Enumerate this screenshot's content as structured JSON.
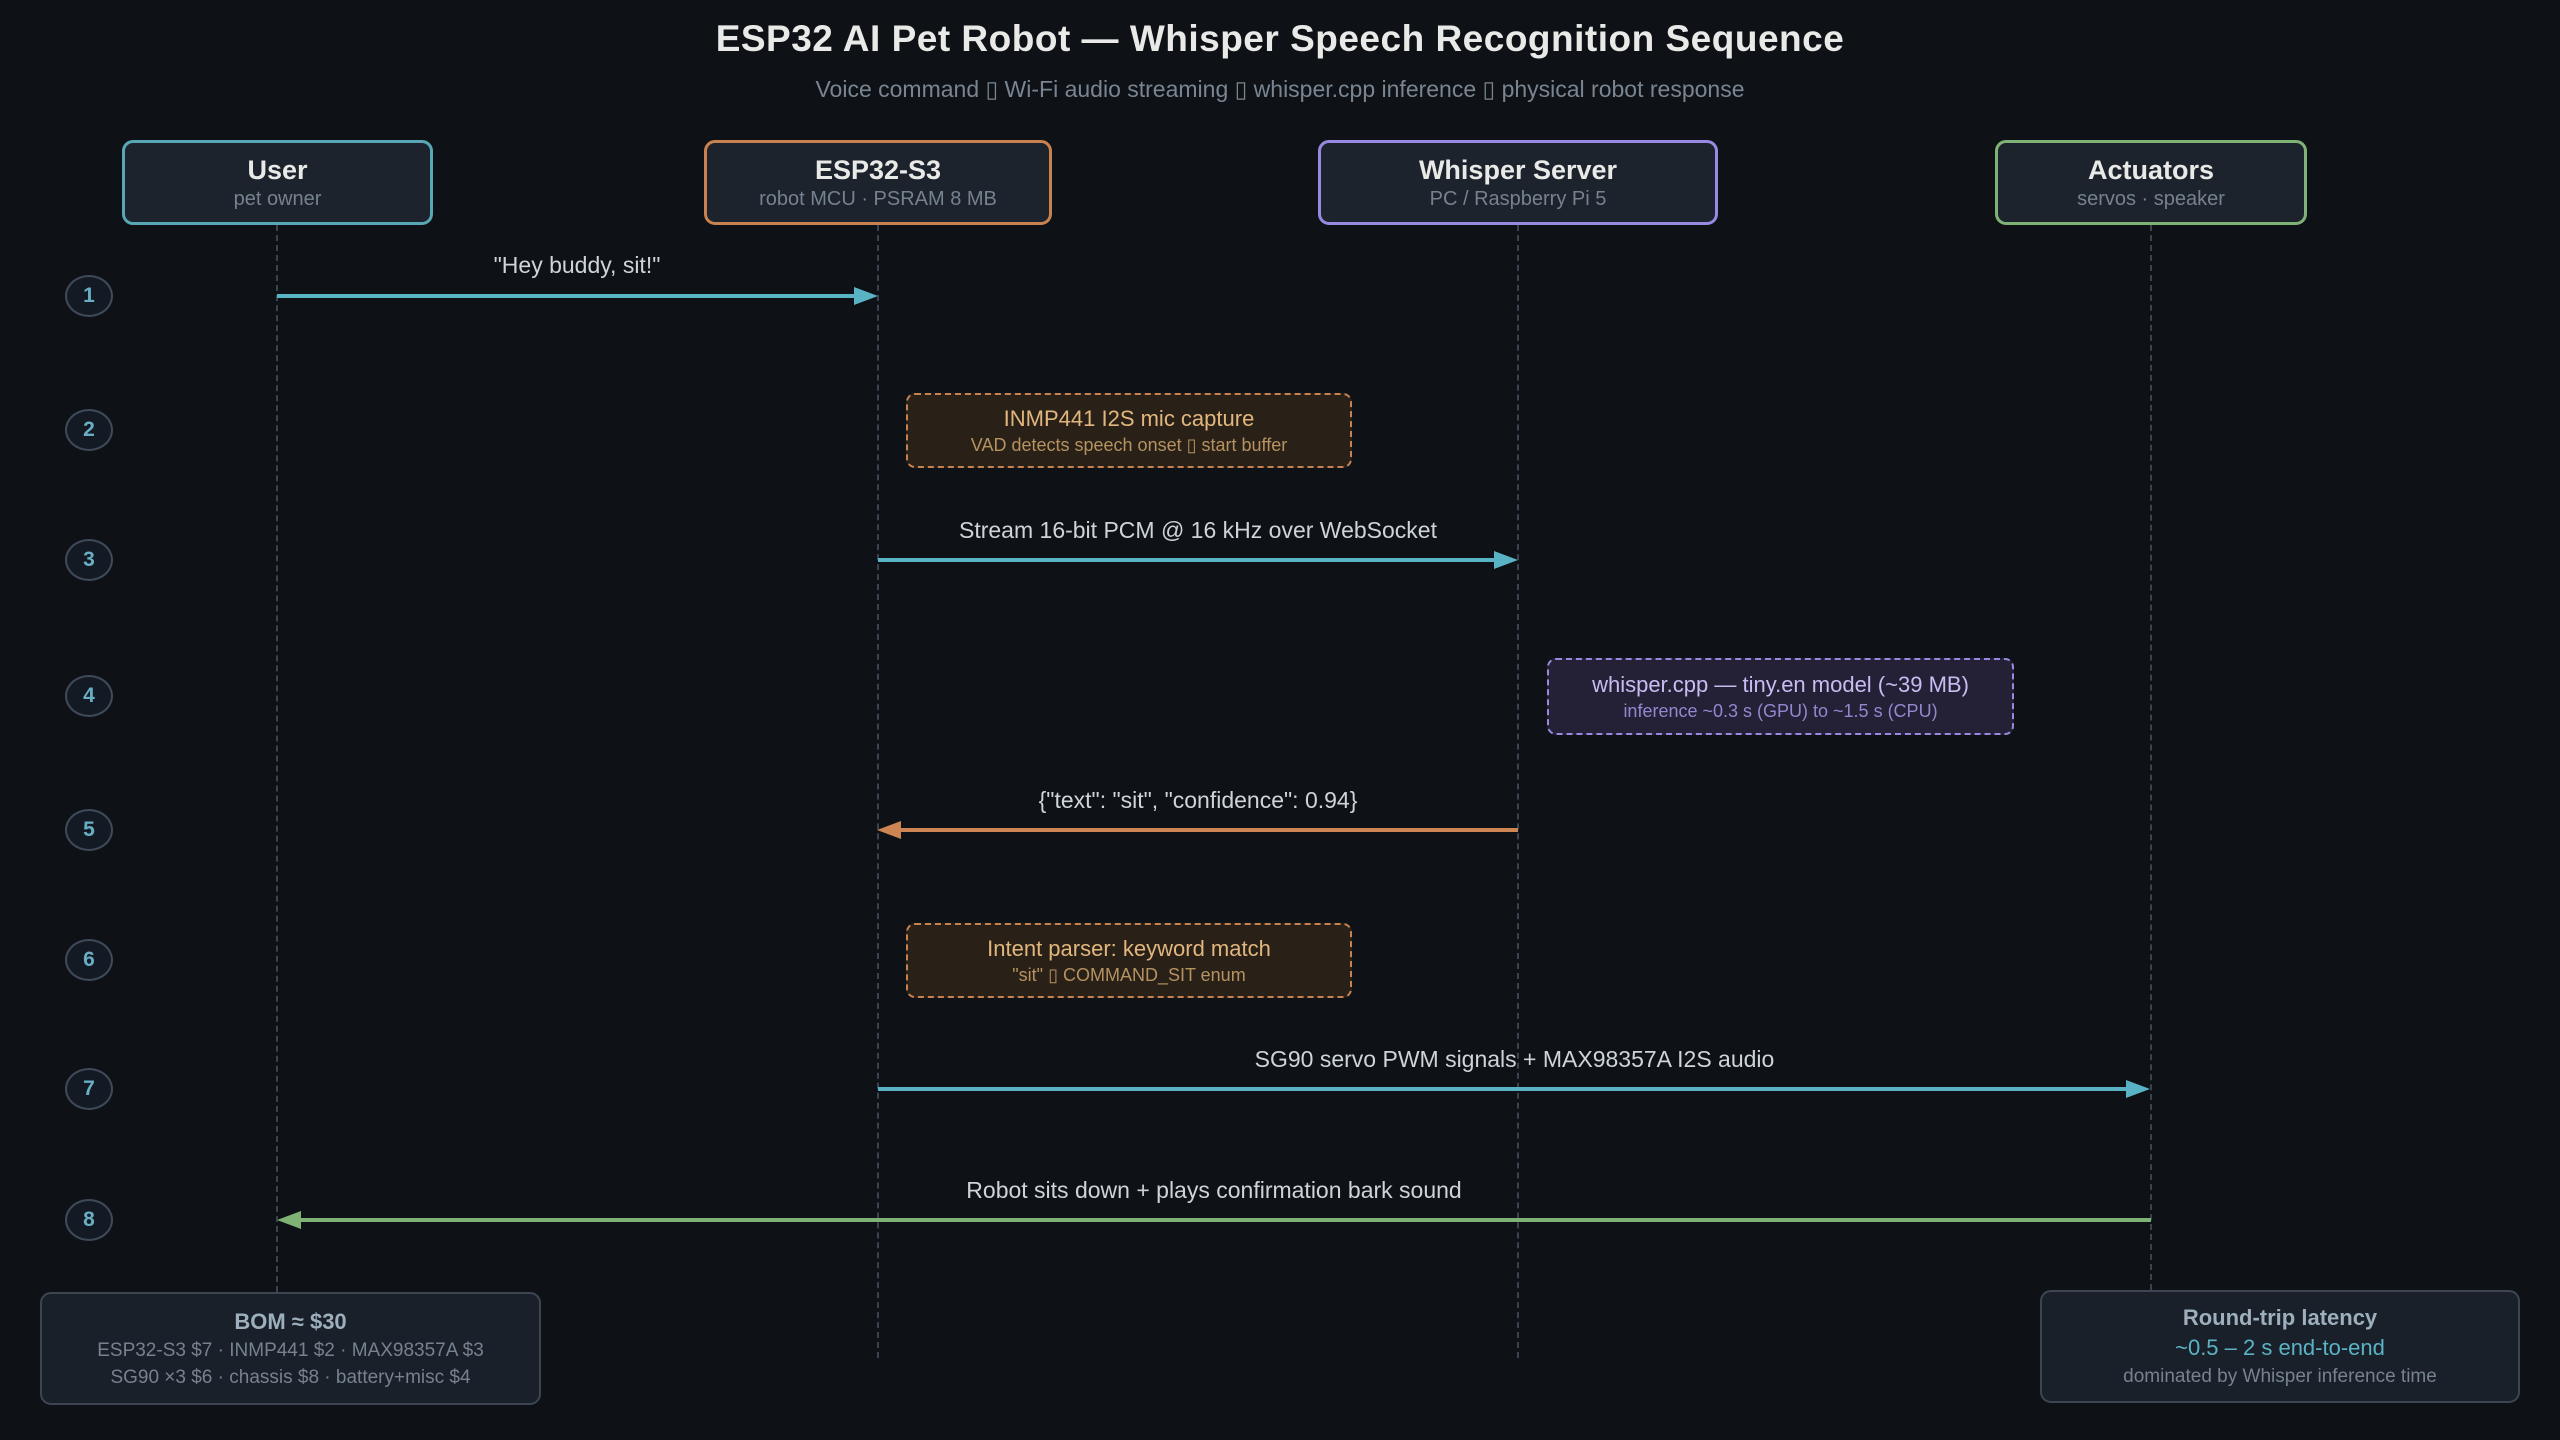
{
  "title": "ESP32 AI Pet Robot — Whisper Speech Recognition Sequence",
  "subtitle": "Voice command ▯ Wi-Fi audio streaming ▯ whisper.cpp inference ▯ physical robot response",
  "colors": {
    "background": "#0e1217",
    "teal": "#5ab3c4",
    "orange": "#cd8553",
    "green": "#7fb275",
    "purple": "#978ae0",
    "muted_text": "#76828f",
    "label_text": "#cdd4da"
  },
  "actors": [
    {
      "name": "User",
      "sub": "pet owner",
      "accent": "#57a7b5"
    },
    {
      "name": "ESP32-S3",
      "sub": "robot MCU · PSRAM 8 MB",
      "accent": "#c8824f"
    },
    {
      "name": "Whisper Server",
      "sub": "PC / Raspberry Pi 5",
      "accent": "#978ae0"
    },
    {
      "name": "Actuators",
      "sub": "servos · speaker",
      "accent": "#7fb275"
    }
  ],
  "steps": [
    {
      "num": "1",
      "type": "message",
      "from": "User",
      "to": "ESP32-S3",
      "label": "\"Hey buddy, sit!\"",
      "color": "#5ab3c4"
    },
    {
      "num": "2",
      "type": "note",
      "at": "ESP32-S3",
      "title": "INMP441 I2S mic capture",
      "sub": "VAD detects speech onset ▯ start buffer",
      "accent": "#c8824f"
    },
    {
      "num": "3",
      "type": "message",
      "from": "ESP32-S3",
      "to": "Whisper Server",
      "label": "Stream 16-bit PCM @ 16 kHz over WebSocket",
      "color": "#5ab3c4"
    },
    {
      "num": "4",
      "type": "note",
      "at": "Whisper Server",
      "title": "whisper.cpp — tiny.en model (~39 MB)",
      "sub": "inference ~0.3 s (GPU) to ~1.5 s (CPU)",
      "accent": "#978ae0"
    },
    {
      "num": "5",
      "type": "message",
      "from": "Whisper Server",
      "to": "ESP32-S3",
      "label": "{\"text\": \"sit\", \"confidence\": 0.94}",
      "color": "#cd8553"
    },
    {
      "num": "6",
      "type": "note",
      "at": "ESP32-S3",
      "title": "Intent parser: keyword match",
      "sub": "\"sit\" ▯ COMMAND_SIT enum",
      "accent": "#c8824f"
    },
    {
      "num": "7",
      "type": "message",
      "from": "ESP32-S3",
      "to": "Actuators",
      "label": "SG90 servo PWM signals + MAX98357A I2S audio",
      "color": "#5ab3c4"
    },
    {
      "num": "8",
      "type": "message",
      "from": "Actuators",
      "to": "User",
      "label": "Robot sits down + plays confirmation bark sound",
      "color": "#7fb275"
    }
  ],
  "footers": {
    "bom": {
      "title": "BOM ≈ $30",
      "line1": "ESP32-S3 $7 · INMP441 $2 · MAX98357A $3",
      "line2": "SG90 ×3 $6 · chassis $8 · battery+misc $4"
    },
    "latency": {
      "title": "Round-trip latency",
      "line1": "~0.5 – 2 s end-to-end",
      "line2": "dominated by Whisper inference time"
    }
  }
}
